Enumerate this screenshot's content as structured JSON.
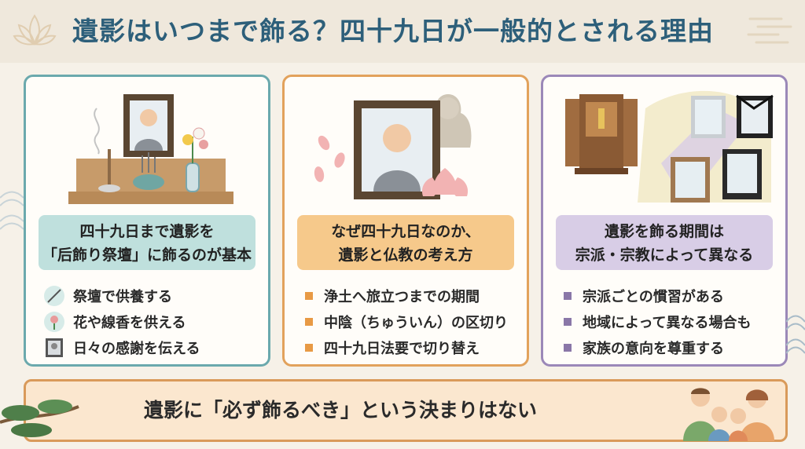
{
  "title": "遺影はいつまで飾る？四十九日が一般的とされる理由",
  "cards": [
    {
      "heading_line1": "四十九日まで遺影を",
      "heading_line2": "「后飾り祭壇」に飾るのが基本",
      "items": [
        "祭壇で供養する",
        "花や線香を供える",
        "日々の感謝を伝える"
      ],
      "icons": [
        "incense-stick-icon",
        "flower-icon",
        "portrait-frame-icon"
      ]
    },
    {
      "heading_line1": "なぜ四十九日なのか、",
      "heading_line2": "遺影と仏教の考え方",
      "items": [
        "浄土へ旅立つまでの期間",
        "中陰（ちゅういん）の区切り",
        "四十九日法要で切り替え"
      ]
    },
    {
      "heading_line1": "遺影を飾る期間は",
      "heading_line2": "宗派・宗教によって異なる",
      "items": [
        "宗派ごとの慣習がある",
        "地域によって異なる場合も",
        "家族の意向を尊重する"
      ]
    }
  ],
  "bottom_text": "遺影に「必ず飾るべき」という決まりはない",
  "colors": {
    "title": "#2d5f7a",
    "teal": "#6ba9ad",
    "orange": "#e2a25c",
    "purple": "#9b88b8"
  }
}
